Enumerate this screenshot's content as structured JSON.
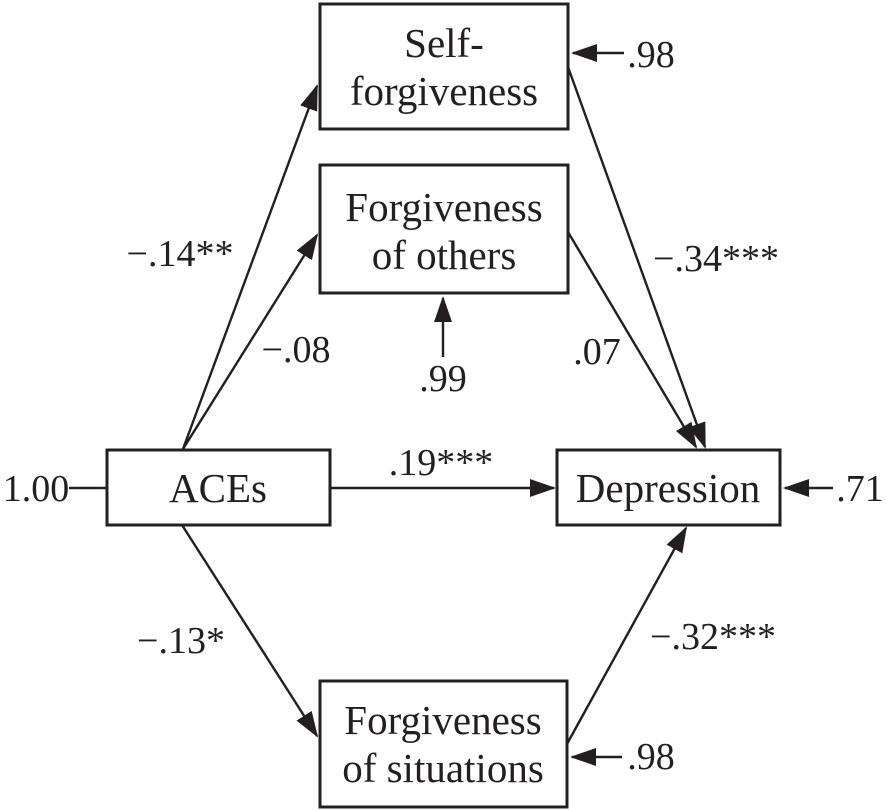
{
  "figure": {
    "type": "path-model-diagram",
    "colors": {
      "ink": "#231f20",
      "background": "#ffffff"
    },
    "nodes": {
      "self_forgiveness": {
        "line1": "Self-",
        "line2": "forgiveness",
        "residual": ".98"
      },
      "forgiveness_of_others": {
        "line1": "Forgiveness",
        "line2": "of others",
        "residual": ".99"
      },
      "aces": {
        "label": "ACEs",
        "variance": "1.00"
      },
      "depression": {
        "label": "Depression",
        "residual": ".71"
      },
      "forgiveness_of_situations": {
        "line1": "Forgiveness",
        "line2": "of situations",
        "residual": ".98"
      }
    },
    "paths": {
      "aces_to_self_forgiveness": {
        "from": "ACEs",
        "to": "Self-forgiveness",
        "coefficient": "−.14**"
      },
      "aces_to_forgiveness_of_others": {
        "from": "ACEs",
        "to": "Forgiveness of others",
        "coefficient": "−.08"
      },
      "aces_to_depression": {
        "from": "ACEs",
        "to": "Depression",
        "coefficient": ".19***"
      },
      "aces_to_forgiveness_of_situations": {
        "from": "ACEs",
        "to": "Forgiveness of situations",
        "coefficient": "−.13*"
      },
      "self_forgiveness_to_depression": {
        "from": "Self-forgiveness",
        "to": "Depression",
        "coefficient": "−.34***"
      },
      "forgiveness_of_others_to_depression": {
        "from": "Forgiveness of others",
        "to": "Depression",
        "coefficient": ".07"
      },
      "forgiveness_of_situations_to_depression": {
        "from": "Forgiveness of situations",
        "to": "Depression",
        "coefficient": "−.32***"
      }
    }
  }
}
